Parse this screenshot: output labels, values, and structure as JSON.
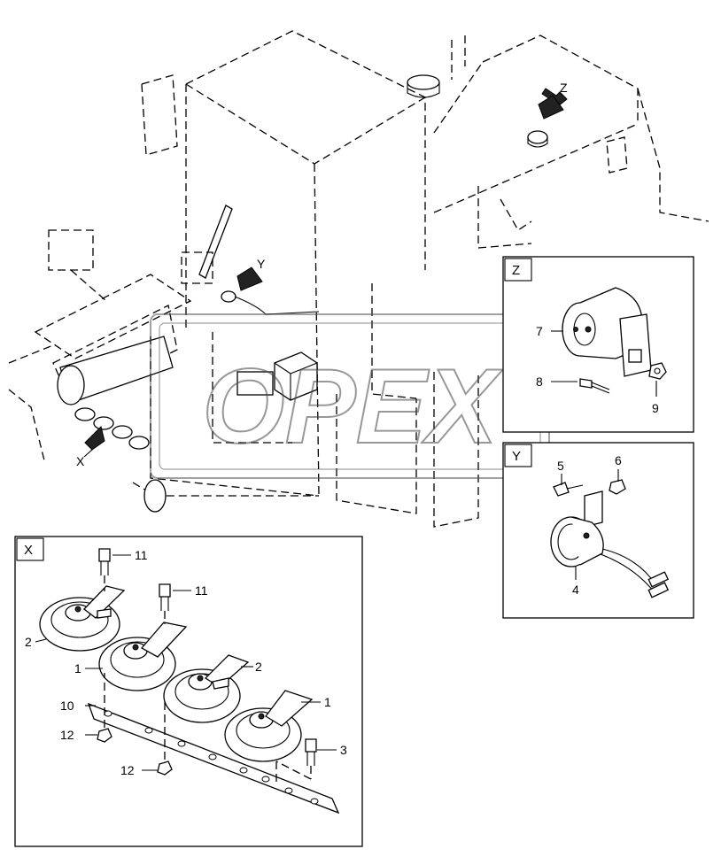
{
  "watermark": "OPEX",
  "views": {
    "x": {
      "tag": "X"
    },
    "y": {
      "tag": "Y"
    },
    "z": {
      "tag": "Z"
    }
  },
  "overview_arrows": {
    "x": "X",
    "y": "Y",
    "z": "Z"
  },
  "callouts": {
    "c1a": "1",
    "c1b": "1",
    "c2a": "2",
    "c2b": "2",
    "c3": "3",
    "c4": "4",
    "c5": "5",
    "c6": "6",
    "c7": "7",
    "c8": "8",
    "c9": "9",
    "c10": "10",
    "c11a": "11",
    "c11b": "11",
    "c12a": "12",
    "c12b": "12"
  }
}
